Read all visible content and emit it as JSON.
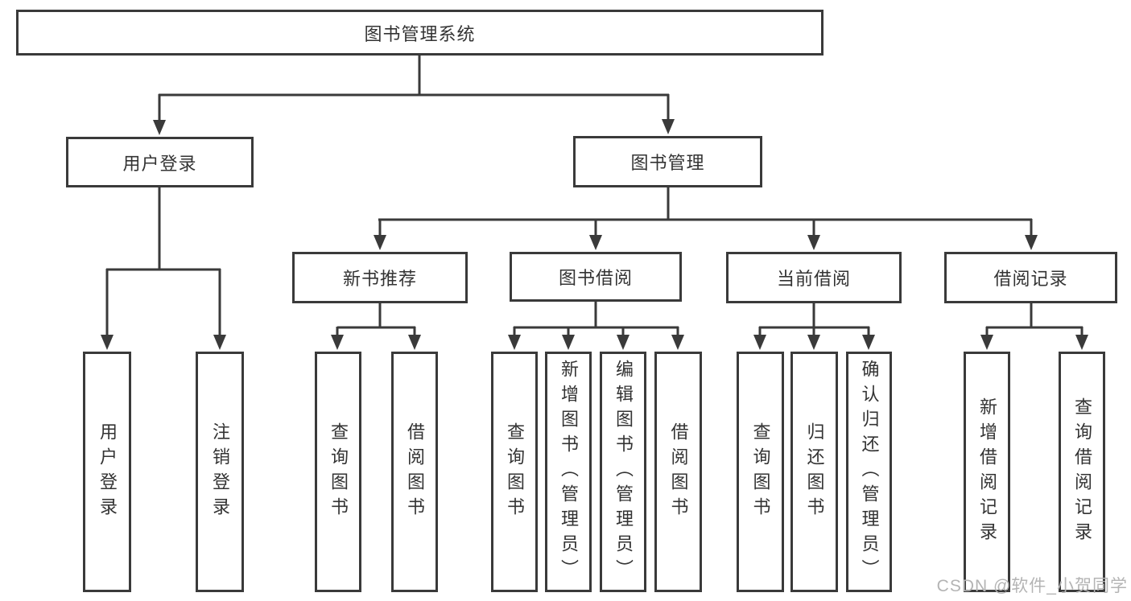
{
  "tree": {
    "root": {
      "label": "图书管理系统"
    },
    "branches": [
      {
        "label": "用户登录",
        "children": [
          {
            "label": "用户登录"
          },
          {
            "label": "注销登录"
          }
        ]
      },
      {
        "label": "图书管理",
        "groups": [
          {
            "label": "新书推荐",
            "children": [
              {
                "label": "查询图书"
              },
              {
                "label": "借阅图书"
              }
            ]
          },
          {
            "label": "图书借阅",
            "children": [
              {
                "label": "查询图书"
              },
              {
                "label": "新增图书（管理员）"
              },
              {
                "label": "编辑图书（管理员）"
              },
              {
                "label": "借阅图书"
              }
            ]
          },
          {
            "label": "当前借阅",
            "children": [
              {
                "label": "查询图书"
              },
              {
                "label": "归还图书"
              },
              {
                "label": "确认归还（管理员）"
              }
            ]
          },
          {
            "label": "借阅记录",
            "children": [
              {
                "label": "新增借阅记录"
              },
              {
                "label": "查询借阅记录"
              }
            ]
          }
        ]
      }
    ]
  },
  "watermark": "CSDN @软件_小贺同学",
  "colors": {
    "line": "#3a3a3a",
    "text": "#333333",
    "watermark": "#b4b4b4",
    "background": "#ffffff"
  }
}
